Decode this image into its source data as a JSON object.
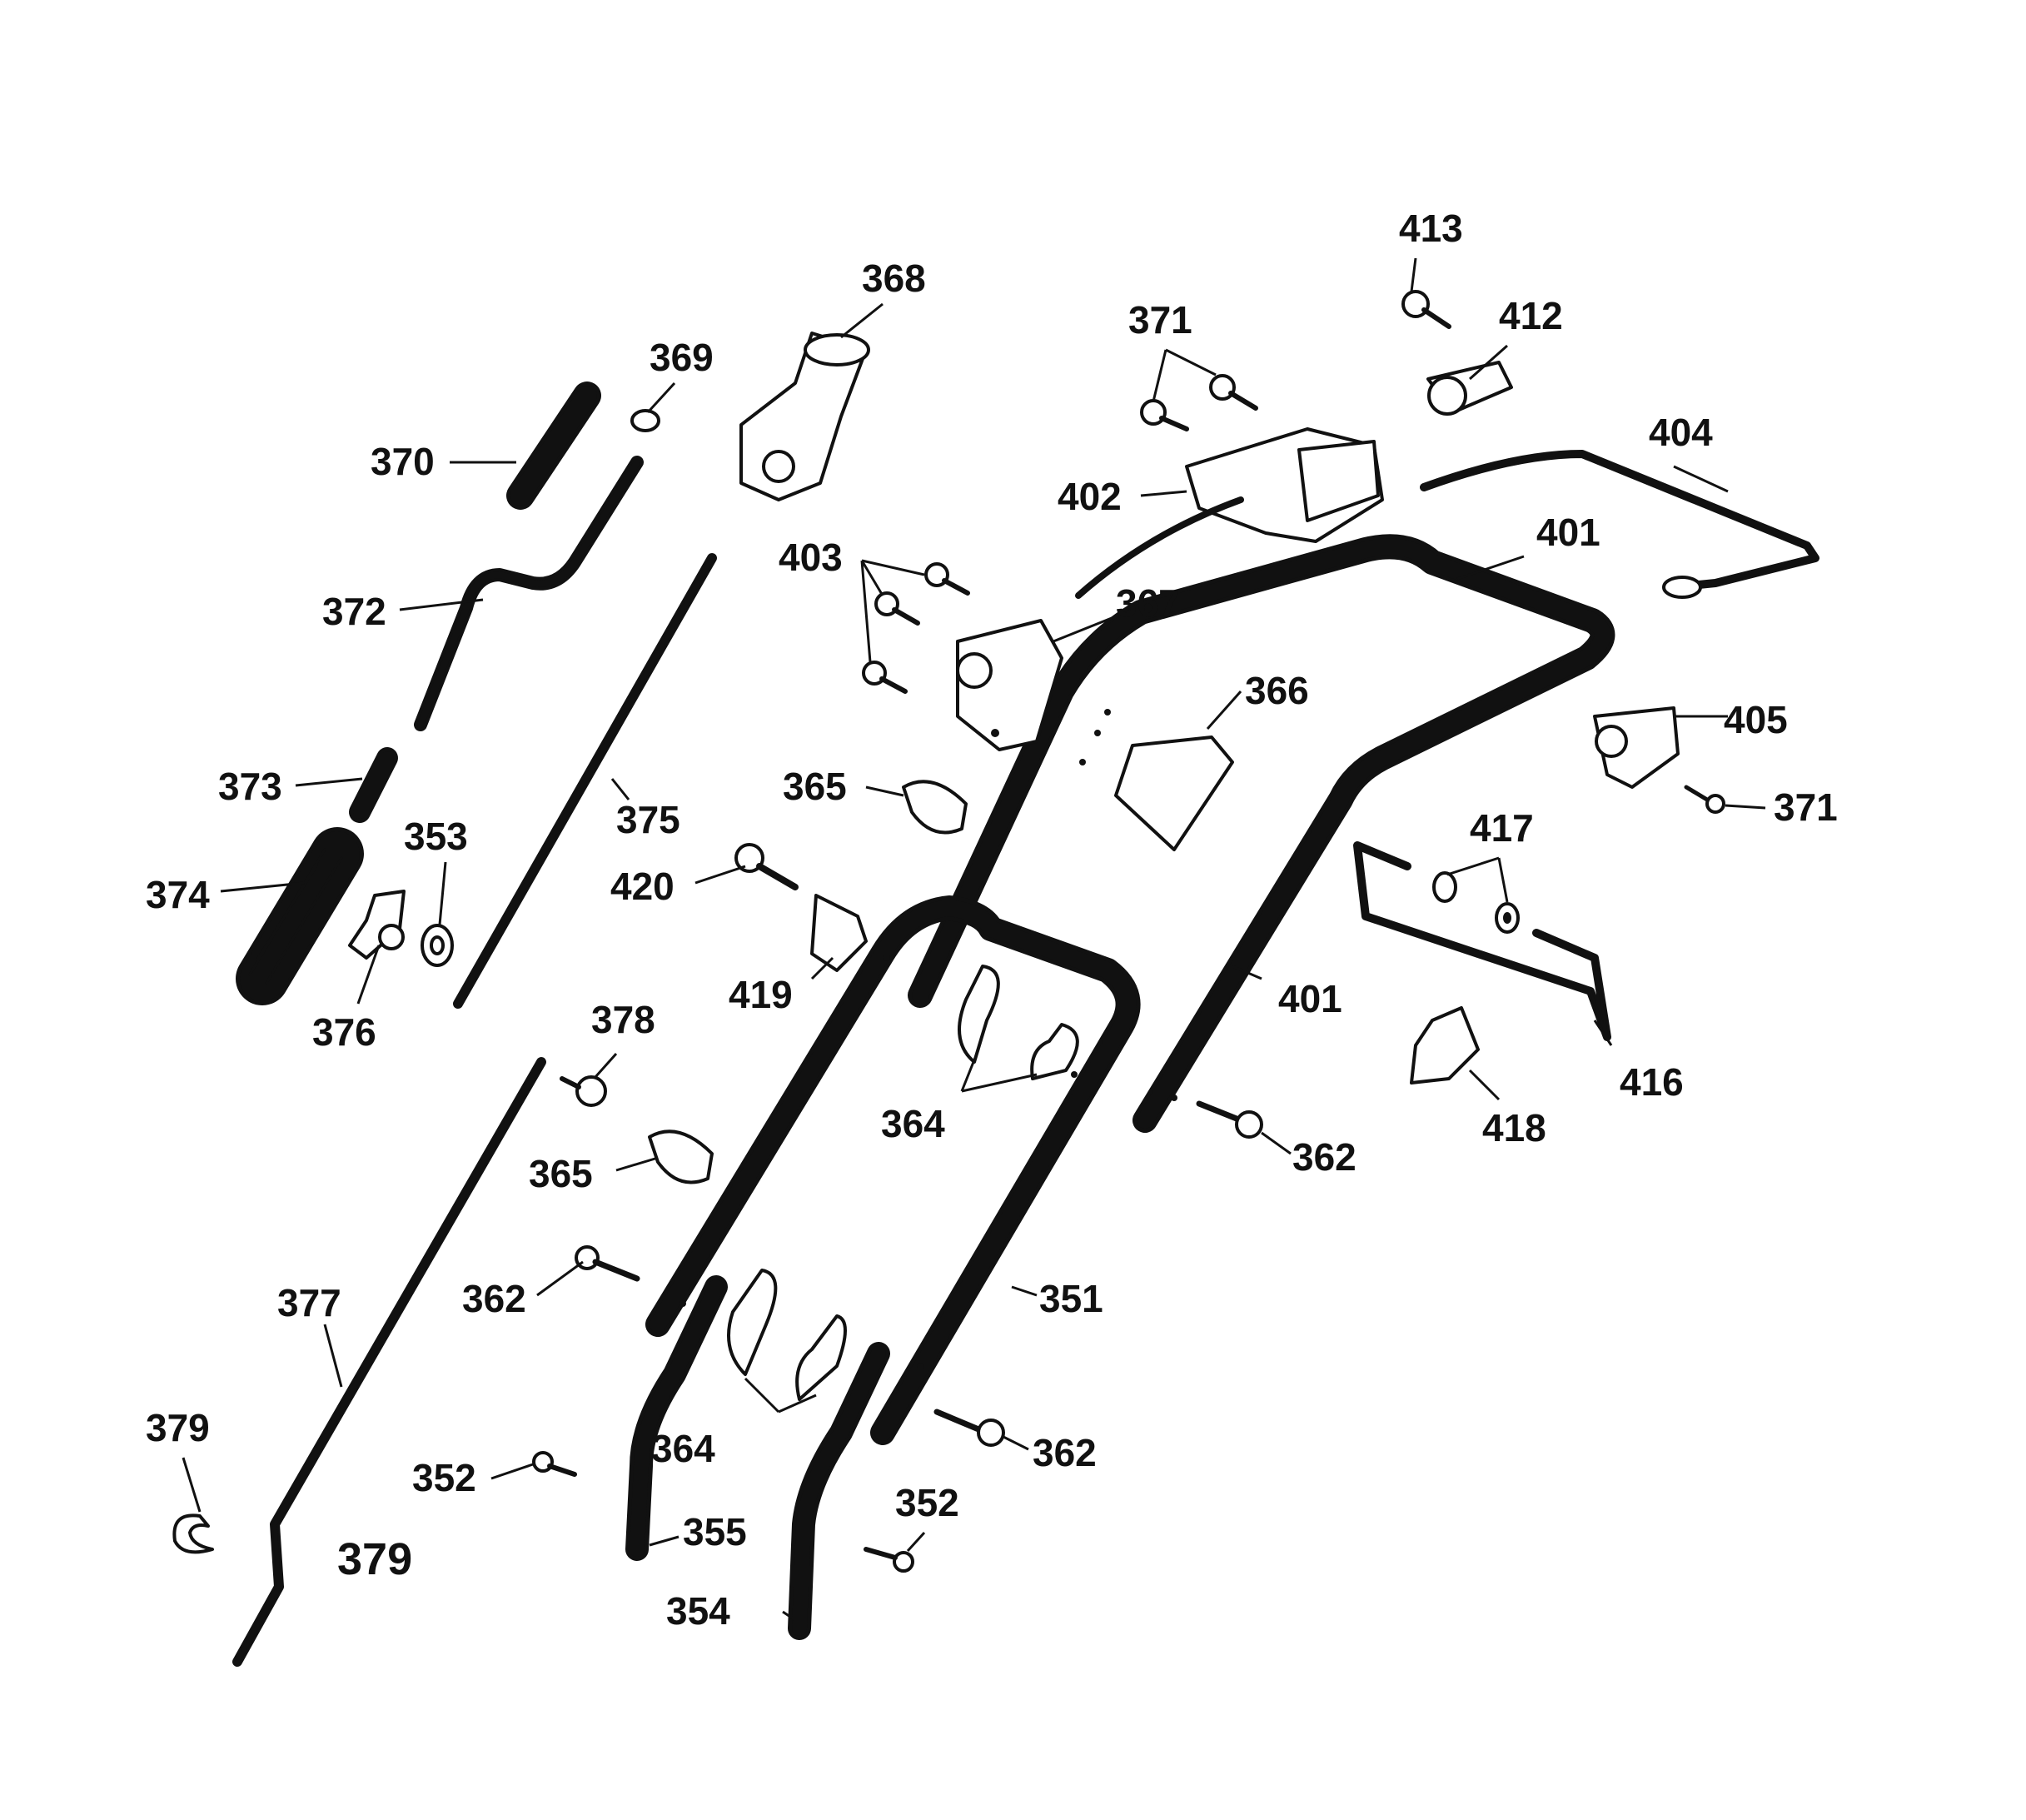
{
  "diagram": {
    "labels": {
      "p413": "413",
      "p412": "412",
      "p371a": "371",
      "p368": "368",
      "p369": "369",
      "p370": "370",
      "p402": "402",
      "p404": "404",
      "p401a": "401",
      "p403": "403",
      "p372": "372",
      "p367": "367",
      "p366": "366",
      "p405": "405",
      "p371b": "371",
      "p373": "373",
      "p375": "375",
      "p365a": "365",
      "p353": "353",
      "p417": "417",
      "p374": "374",
      "p420": "420",
      "p419": "419",
      "p376": "376",
      "p401b": "401",
      "p416": "416",
      "p378": "378",
      "p364a": "364",
      "p418": "418",
      "p362a": "362",
      "p365b": "365",
      "p351": "351",
      "p377": "377",
      "p362b": "362",
      "p379a": "379",
      "p364b": "364",
      "p362c": "362",
      "p352a": "352",
      "p352b": "352",
      "p355": "355",
      "p379b": "379",
      "p354": "354"
    }
  }
}
